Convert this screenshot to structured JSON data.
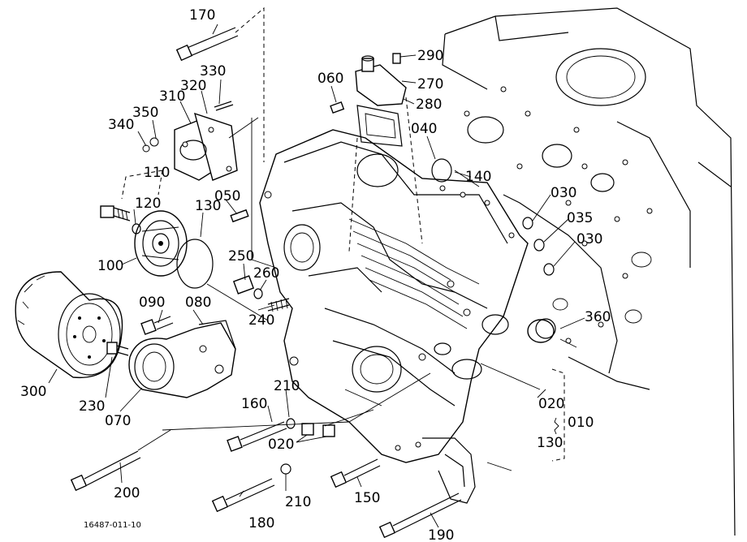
{
  "figure_code": "16487-011-10",
  "labels": {
    "p170": "170",
    "p290": "290",
    "p330": "330",
    "p320": "320",
    "p310": "310",
    "p060": "060",
    "p270": "270",
    "p350": "350",
    "p340": "340",
    "p280": "280",
    "p040": "040",
    "p110": "110",
    "p140": "140",
    "p120": "120",
    "p130a": "130",
    "p050": "050",
    "p030a": "030",
    "p035": "035",
    "p100": "100",
    "p250": "250",
    "p030b": "030",
    "p260": "260",
    "p090": "090",
    "p080": "080",
    "p240": "240",
    "p360": "360",
    "p300": "300",
    "p230": "230",
    "p070": "070",
    "p210a": "210",
    "p160": "160",
    "p020a": "020",
    "p020b": "020",
    "p010": "010",
    "p130b": "130",
    "p200": "200",
    "p210b": "210",
    "p150": "150",
    "p180": "180",
    "p190": "190"
  }
}
